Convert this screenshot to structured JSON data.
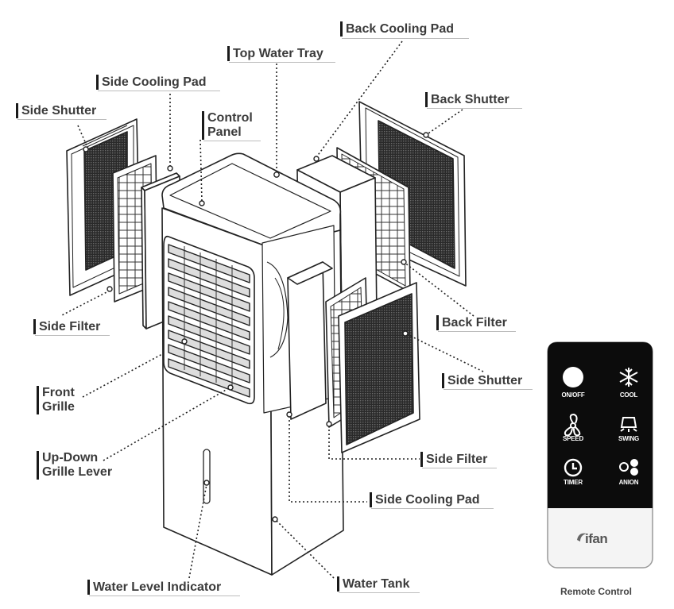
{
  "labels": {
    "back_cooling_pad": "Back Cooling Pad",
    "top_water_tray": "Top Water Tray",
    "side_cooling_pad_top": "Side Cooling Pad",
    "back_shutter": "Back Shutter",
    "side_shutter_left": "Side Shutter",
    "control_panel_line1": "Control",
    "control_panel_line2": "Panel",
    "side_filter_left": "Side Filter",
    "back_filter": "Back Filter",
    "side_shutter_right": "Side Shutter",
    "front_grille_line1": "Front",
    "front_grille_line2": "Grille",
    "up_down_line1": "Up-Down",
    "up_down_line2": "Grille Lever",
    "side_filter_right": "Side Filter",
    "side_cooling_pad_bottom": "Side Cooling Pad",
    "water_level_indicator": "Water Level Indicator",
    "water_tank": "Water Tank"
  },
  "remote": {
    "caption": "Remote Control",
    "buttons": [
      {
        "label": "ON/OFF",
        "icon": "power-circle-icon"
      },
      {
        "label": "COOL",
        "icon": "snowflake-icon"
      },
      {
        "label": "SPEED",
        "icon": "fan-icon"
      },
      {
        "label": "SWING",
        "icon": "swing-icon"
      },
      {
        "label": "TIMER",
        "icon": "clock-icon"
      },
      {
        "label": "ANION",
        "icon": "anion-icon"
      }
    ],
    "brand": "ifan",
    "colors": {
      "panel": "#0c0c0c",
      "body": "#f4f4f4"
    }
  }
}
